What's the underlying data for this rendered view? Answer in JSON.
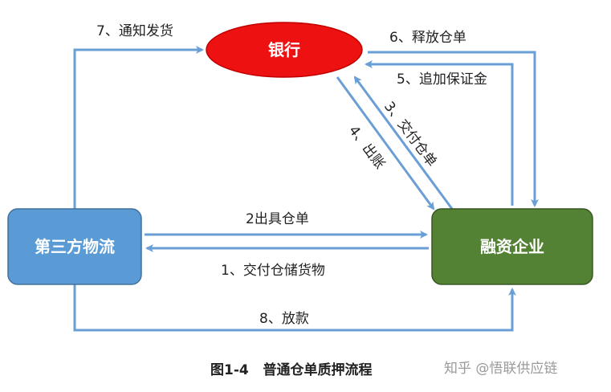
{
  "colors": {
    "bank": "#ee1111",
    "logistics": "#5b9bd5",
    "enterprise": "#548235",
    "arrow": "#6a9fd6"
  },
  "nodes": {
    "bank": "银行",
    "logistics": "第三方物流",
    "enterprise": "融资企业"
  },
  "edges": {
    "notify_shipment": "7、通知发货",
    "release_receipt": "6、释放仓单",
    "add_margin": "5、追加保证金",
    "deliver_receipt": "3、交付仓单",
    "issue_loan_account": "4、出账",
    "issue_receipt": "2出具仓单",
    "deliver_goods": "1、交付仓储货物",
    "loan": "8、放款"
  },
  "caption": "图1-4   普通仓单质押流程",
  "watermark": "知乎 @悟联供应链"
}
